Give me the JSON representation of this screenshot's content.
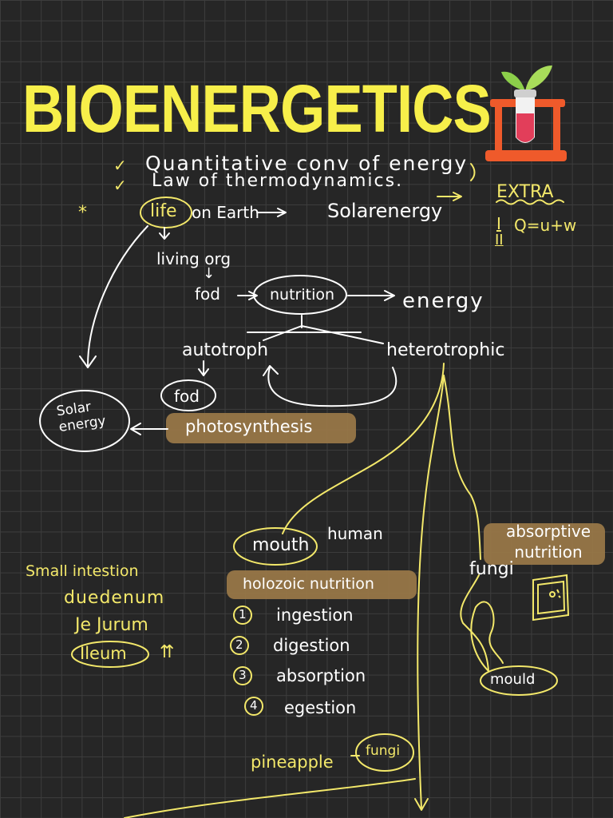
{
  "title": "BIOENERGETICS",
  "bullets": {
    "mark": "✓",
    "line1": "Quantitative conv of energy",
    "line2": "Law of thermodynamics.",
    "star": "*",
    "life": "life",
    "on_earth": "on Earth",
    "arrow": "⟶",
    "solar": "Solarenergy"
  },
  "extra": {
    "label": "EXTRA",
    "roman1": "I",
    "equation": "Q=u+w",
    "roman2": "II"
  },
  "flow": {
    "living_org": "living org",
    "down_arrow": "↓",
    "food": "fod",
    "nutrition": "nutrition",
    "energy": "energy",
    "autotroph": "autotroph",
    "heterotrophic": "heterotrophic",
    "food2": "fod",
    "solar_energy": "Solar energy",
    "photosynthesis": "photosynthesis"
  },
  "heterotroph_branch": {
    "human": "human",
    "mouth": "mouth",
    "holozoic": "holozoic nutrition",
    "steps": [
      {
        "num": "1",
        "label": "ingestion"
      },
      {
        "num": "2",
        "label": "digestion"
      },
      {
        "num": "3",
        "label": "absorption"
      },
      {
        "num": "4",
        "label": "egestion"
      }
    ],
    "absorptive": "absorptive nutrition",
    "fungi": "fungi",
    "mould": "mould",
    "pineapple": "pineapple",
    "fungi2": "fungi"
  },
  "intestine": {
    "small": "Small intestion",
    "duodenum": "duedenum",
    "jejunum": "Je Jurum",
    "ileum": "Ileum",
    "arrows": "⇈"
  },
  "colors": {
    "title": "#f7ef4a",
    "highlight": "#9a7848",
    "ink_yellow": "#f3e86a",
    "ink_white": "#ffffff",
    "background": "#262626"
  },
  "icons": [
    "test-tube-plant-icon",
    "framed-picture-icon"
  ]
}
